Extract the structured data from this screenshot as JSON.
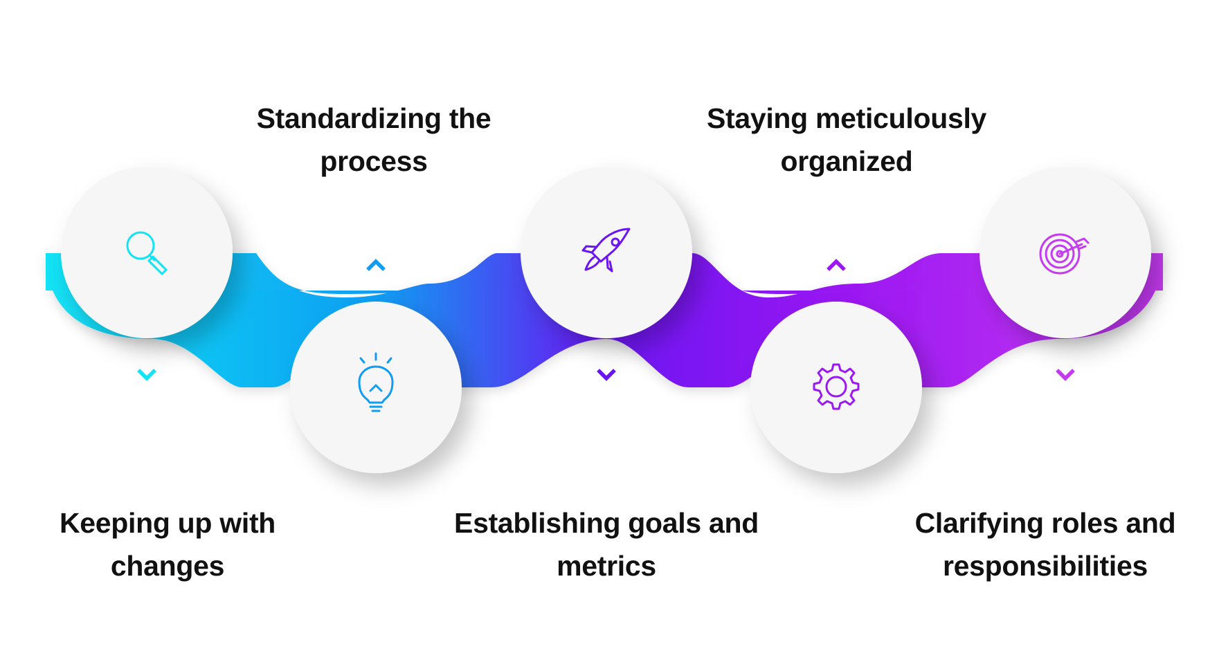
{
  "colors": {
    "step1": "#12E3F5",
    "step2": "#109CF2",
    "step3": "#6B14F2",
    "step4": "#9B18F2",
    "step5": "#C53AF0",
    "circle_fill": "#F6F6F6",
    "text": "#111111"
  },
  "steps": [
    {
      "icon": "magnifier-icon",
      "label_lines": [
        "Keeping up with",
        "changes"
      ]
    },
    {
      "icon": "lightbulb-icon",
      "label_lines": [
        "Standardizing the",
        "process"
      ]
    },
    {
      "icon": "rocket-icon",
      "label_lines": [
        "Establishing goals and",
        "metrics"
      ]
    },
    {
      "icon": "gear-icon",
      "label_lines": [
        "Staying meticulously",
        "organized"
      ]
    },
    {
      "icon": "target-icon",
      "label_lines": [
        "Clarifying roles and",
        "responsibilities"
      ]
    }
  ]
}
